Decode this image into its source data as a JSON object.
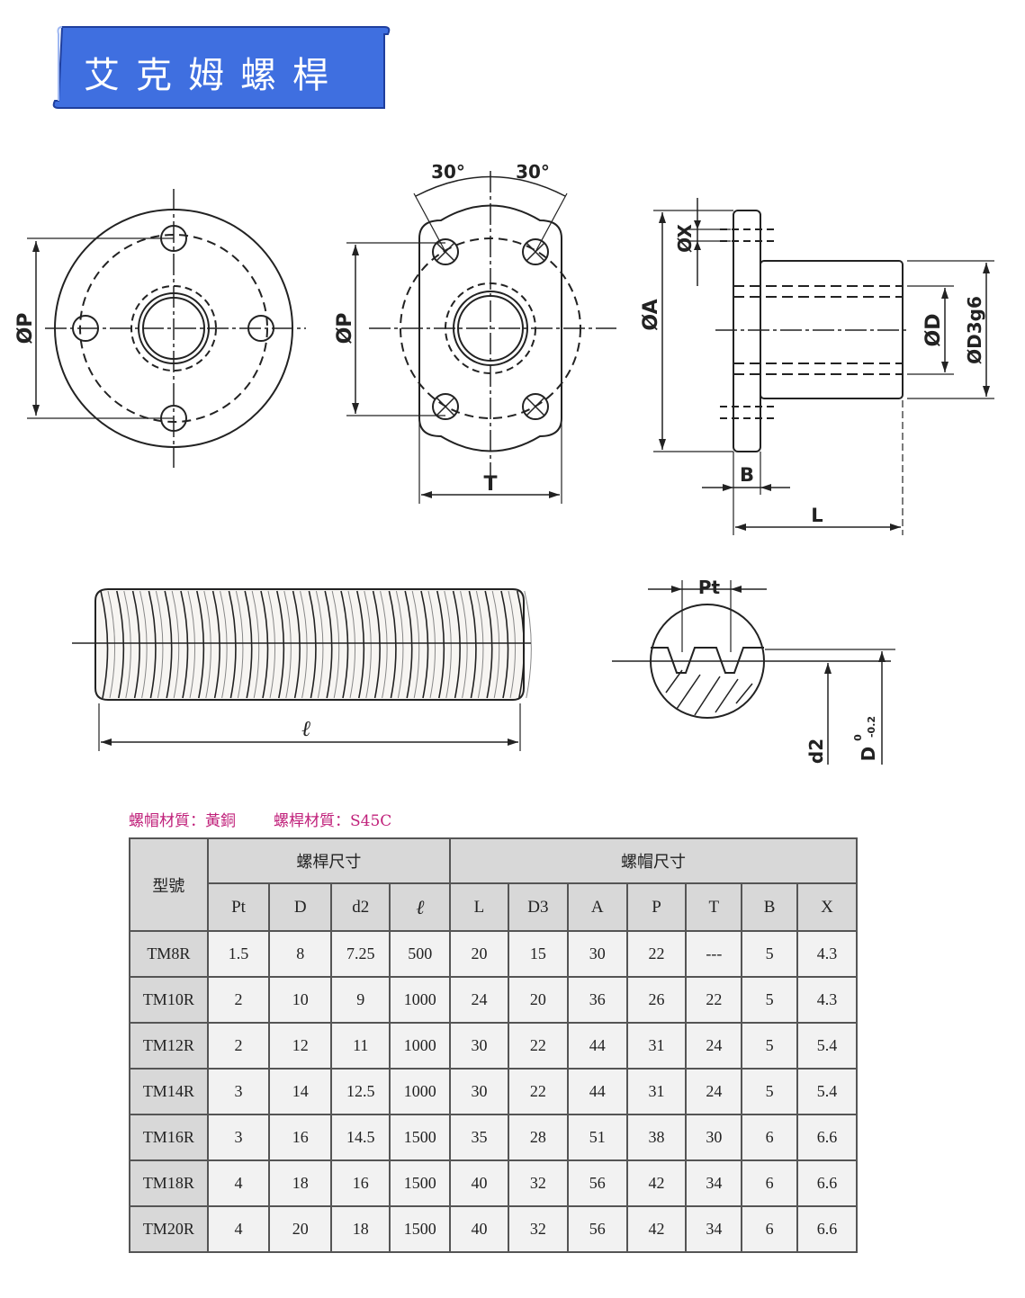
{
  "banner": {
    "title": "艾克姆螺桿",
    "color": "#3f6fe0"
  },
  "drawing": {
    "front_view": {
      "dim_p": "ØP"
    },
    "oval_view": {
      "angle_left": "30°",
      "angle_right": "30°",
      "dim_p": "ØP",
      "dim_t": "T"
    },
    "side_view": {
      "dim_a": "ØA",
      "dim_x": "ØX",
      "dim_d": "ØD",
      "dim_d3": "ØD3g6",
      "dim_b": "B",
      "dim_l": "L"
    },
    "screw_view": {
      "dim_length": "ℓ"
    },
    "thread_detail": {
      "dim_pt": "Pt",
      "dim_d2": "d2",
      "dim_d": "D",
      "tol_upper": "0",
      "tol_lower": "-0.2"
    }
  },
  "material": {
    "nut": "螺帽材質：黃銅",
    "screw": "螺桿材質：S45C",
    "color": "#c0207a"
  },
  "table": {
    "model_header": "型號",
    "group_screw": "螺桿尺寸",
    "group_nut": "螺帽尺寸",
    "columns": [
      "Pt",
      "D",
      "d2",
      "ℓ",
      "L",
      "D3",
      "A",
      "P",
      "T",
      "B",
      "X"
    ],
    "rows": [
      [
        "TM8R",
        "1.5",
        "8",
        "7.25",
        "500",
        "20",
        "15",
        "30",
        "22",
        "---",
        "5",
        "4.3"
      ],
      [
        "TM10R",
        "2",
        "10",
        "9",
        "1000",
        "24",
        "20",
        "36",
        "26",
        "22",
        "5",
        "4.3"
      ],
      [
        "TM12R",
        "2",
        "12",
        "11",
        "1000",
        "30",
        "22",
        "44",
        "31",
        "24",
        "5",
        "5.4"
      ],
      [
        "TM14R",
        "3",
        "14",
        "12.5",
        "1000",
        "30",
        "22",
        "44",
        "31",
        "24",
        "5",
        "5.4"
      ],
      [
        "TM16R",
        "3",
        "16",
        "14.5",
        "1500",
        "35",
        "28",
        "51",
        "38",
        "30",
        "6",
        "6.6"
      ],
      [
        "TM18R",
        "4",
        "18",
        "16",
        "1500",
        "40",
        "32",
        "56",
        "42",
        "34",
        "6",
        "6.6"
      ],
      [
        "TM20R",
        "4",
        "20",
        "18",
        "1500",
        "40",
        "32",
        "56",
        "42",
        "34",
        "6",
        "6.6"
      ]
    ]
  }
}
